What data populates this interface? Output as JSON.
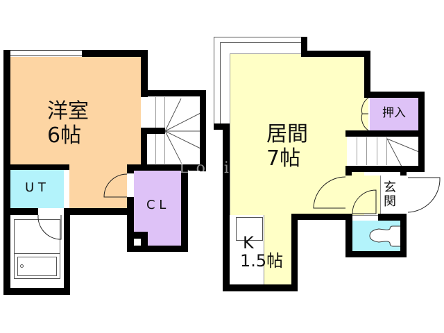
{
  "floorplan": {
    "colors": {
      "western_room": "#FDD5A3",
      "living_room": "#FFFFC6",
      "utility": "#B3F3FB",
      "closet": "#DEC2F7",
      "oshiire": "#DEC2F7",
      "toilet": "#B3F3FB",
      "wall": "#000000"
    },
    "upper_floor": {
      "western_room": {
        "name": "洋室",
        "size": "6帖"
      },
      "utility": {
        "name": "U T"
      },
      "closet": {
        "name": "C L"
      }
    },
    "lower_floor": {
      "living_room": {
        "name": "居間",
        "size": "7帖"
      },
      "kitchen": {
        "name": "K",
        "size": "1.5帖"
      },
      "oshiire": {
        "name": "押入"
      },
      "entrance": {
        "name_top": "玄",
        "name_bottom": "関"
      }
    },
    "watermark": "Lo  i"
  }
}
